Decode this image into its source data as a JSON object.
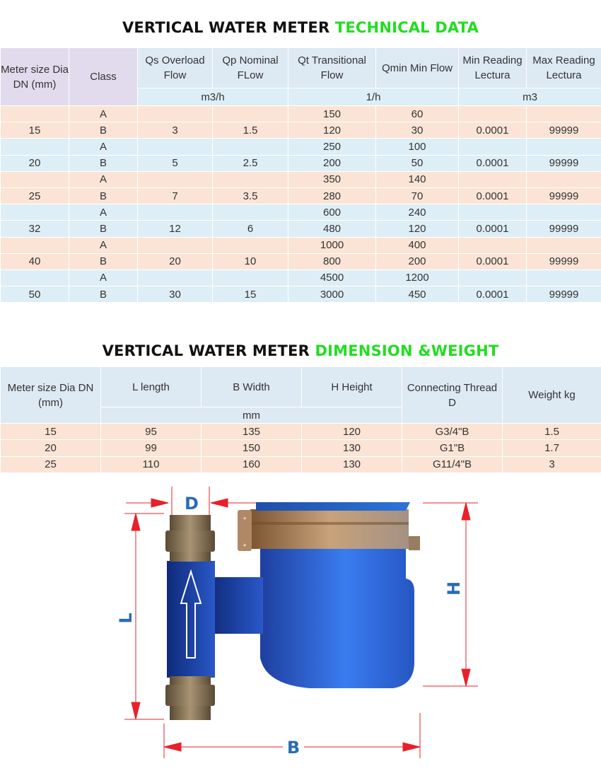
{
  "tech": {
    "title_black": "VERTICAL WATER METER",
    "title_green": "TECHNICAL DATA",
    "headers": {
      "size": "Meter size Dia DN (mm)",
      "class": "Class",
      "qs": "Qs Overload Flow",
      "qp": "Qp Nominal FLow",
      "qt": "Qt Transitional Flow",
      "qmin": "Qmin Min Flow",
      "min": "Min Reading Lectura",
      "max": "Max Reading Lectura"
    },
    "units": {
      "flow": "m3/h",
      "lh": "1/h",
      "m3": "m3"
    },
    "rows": [
      {
        "size": "",
        "cls": "A",
        "qs": "",
        "qp": "",
        "qt": "150",
        "qmin": "60",
        "min": "",
        "max": ""
      },
      {
        "size": "15",
        "cls": "B",
        "qs": "3",
        "qp": "1.5",
        "qt": "120",
        "qmin": "30",
        "min": "0.0001",
        "max": "99999"
      },
      {
        "size": "",
        "cls": "A",
        "qs": "",
        "qp": "",
        "qt": "250",
        "qmin": "100",
        "min": "",
        "max": ""
      },
      {
        "size": "20",
        "cls": "B",
        "qs": "5",
        "qp": "2.5",
        "qt": "200",
        "qmin": "50",
        "min": "0.0001",
        "max": "99999"
      },
      {
        "size": "",
        "cls": "A",
        "qs": "",
        "qp": "",
        "qt": "350",
        "qmin": "140",
        "min": "",
        "max": ""
      },
      {
        "size": "25",
        "cls": "B",
        "qs": "7",
        "qp": "3.5",
        "qt": "280",
        "qmin": "70",
        "min": "0.0001",
        "max": "99999"
      },
      {
        "size": "",
        "cls": "A",
        "qs": "",
        "qp": "",
        "qt": "600",
        "qmin": "240",
        "min": "",
        "max": ""
      },
      {
        "size": "32",
        "cls": "B",
        "qs": "12",
        "qp": "6",
        "qt": "480",
        "qmin": "120",
        "min": "0.0001",
        "max": "99999"
      },
      {
        "size": "",
        "cls": "A",
        "qs": "",
        "qp": "",
        "qt": "1000",
        "qmin": "400",
        "min": "",
        "max": ""
      },
      {
        "size": "40",
        "cls": "B",
        "qs": "20",
        "qp": "10",
        "qt": "800",
        "qmin": "200",
        "min": "0.0001",
        "max": "99999"
      },
      {
        "size": "",
        "cls": "A",
        "qs": "",
        "qp": "",
        "qt": "4500",
        "qmin": "1200",
        "min": "",
        "max": ""
      },
      {
        "size": "50",
        "cls": "B",
        "qs": "30",
        "qp": "15",
        "qt": "3000",
        "qmin": "450",
        "min": "0.0001",
        "max": "99999"
      }
    ]
  },
  "dim": {
    "title_black": "VERTICAL WATER METER",
    "title_green": "DIMENSION &WEIGHT",
    "headers": {
      "size": "Meter size Dia DN (mm)",
      "l": "L length",
      "b": "B Width",
      "h": "H Height",
      "thread": "Connecting Thread D",
      "weight": "Weight kg"
    },
    "unit_mm": "mm",
    "rows": [
      {
        "size": "15",
        "l": "95",
        "b": "135",
        "h": "120",
        "thread": "G3/4\"B",
        "weight": "1.5"
      },
      {
        "size": "20",
        "l": "99",
        "b": "150",
        "h": "130",
        "thread": "G1\"B",
        "weight": "1.7"
      },
      {
        "size": "25",
        "l": "110",
        "b": "160",
        "h": "130",
        "thread": "G11/4\"B",
        "weight": "3"
      }
    ]
  },
  "diagram": {
    "labels": {
      "d": "D",
      "l": "L",
      "h": "H",
      "b": "B"
    },
    "colors": {
      "body_blue": "#2f5fd0",
      "brass": "#a58a6a",
      "dim_red": "#e8202a",
      "label_blue": "#2a6cb3"
    }
  }
}
